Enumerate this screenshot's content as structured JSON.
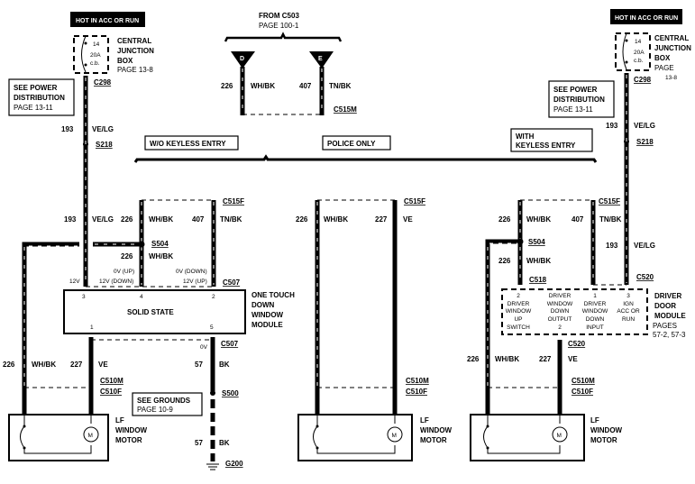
{
  "title": "Power Windows - One Touch Down Window Module / Driver Door Module",
  "left_source": {
    "hot_label": "HOT IN ACC OR RUN",
    "fuse_number": "14",
    "fuse_rating": "20A",
    "fuse_type": "c.b.",
    "junction_box_lines": [
      "CENTRAL",
      "JUNCTION",
      "BOX"
    ],
    "junction_box_page": "PAGE 13-8",
    "connector": "C298",
    "power_note_lines": [
      "SEE POWER",
      "DISTRIBUTION"
    ],
    "power_note_page": "PAGE 13-11",
    "wire_circuit": "193",
    "wire_color": "VE/LG",
    "splice": "S218"
  },
  "right_source": {
    "hot_label": "HOT IN ACC OR RUN",
    "fuse_number": "14",
    "fuse_rating": "20A",
    "fuse_type": "c.b.",
    "junction_box_lines": [
      "CENTRAL",
      "JUNCTION",
      "BOX",
      "PAGE"
    ],
    "junction_box_page": "13-8",
    "connector": "C298",
    "power_note_lines": [
      "SEE POWER",
      "DISTRIBUTION"
    ],
    "power_note_page": "PAGE 13-11",
    "wire_circuit": "193",
    "wire_color": "VE/LG",
    "splice": "S218"
  },
  "from_c503": {
    "title": "FROM C503",
    "page": "PAGE 100-1",
    "pin_d": "D",
    "pin_e": "E",
    "wire_d_circuit": "226",
    "wire_d_color": "WH/BK",
    "wire_e_circuit": "407",
    "wire_e_color": "TN/BK",
    "connector": "C515M"
  },
  "options": {
    "without_keyless": "W/O KEYLESS ENTRY",
    "police_only": "POLICE ONLY",
    "with_keyless_lines": [
      "WITH",
      "KEYLESS ENTRY"
    ]
  },
  "section_wo_keyless": {
    "connector_top": "C515F",
    "wire_193_circuit": "193",
    "wire_193_color": "VE/LG",
    "wire_226_circuit": "226",
    "wire_226_color": "WH/BK",
    "wire_407_circuit": "407",
    "wire_407_color": "TN/BK",
    "splice": "S504",
    "wire_226b_circuit": "226",
    "wire_226b_color": "WH/BK",
    "voltage_pin3": "12V",
    "voltage_pin4_a": "0V (UP)",
    "voltage_pin4_b": "12V (DOWN)",
    "voltage_pin2_a": "0V (DOWN)",
    "voltage_pin2_b": "12V (UP)",
    "connector_module": "C507",
    "module_pins": {
      "p3": "3",
      "p4": "4",
      "p2": "2",
      "p1": "1",
      "p5": "5"
    },
    "module_label": "SOLID STATE",
    "module_name_lines": [
      "ONE TOUCH",
      "DOWN",
      "WINDOW",
      "MODULE"
    ],
    "voltage_pin5": "0V",
    "connector_bottom": "C507",
    "wire_left_circuit": "226",
    "wire_left_color": "WH/BK",
    "wire_right_circuit": "227",
    "wire_right_color": "VE",
    "ground_wire_circuit": "57",
    "ground_wire_color": "BK",
    "ground_splice": "S500",
    "grounds_note_title": "SEE GROUNDS",
    "grounds_note_page": "PAGE 10-9",
    "ground_wire2_circuit": "57",
    "ground_wire2_color": "BK",
    "ground": "G200",
    "motor_connector_m": "C510M",
    "motor_connector_f": "C510F",
    "motor_name_lines": [
      "LF",
      "WINDOW",
      "MOTOR"
    ],
    "motor_symbol": "M"
  },
  "section_police": {
    "connector_top": "C515F",
    "wire_left_circuit": "226",
    "wire_left_color": "WH/BK",
    "wire_right_circuit": "227",
    "wire_right_color": "VE",
    "motor_connector_m": "C510M",
    "motor_connector_f": "C510F",
    "motor_name_lines": [
      "LF",
      "WINDOW",
      "MOTOR"
    ],
    "motor_symbol": "M"
  },
  "section_with_keyless": {
    "connector_top": "C515F",
    "wire_226_circuit": "226",
    "wire_226_color": "WH/BK",
    "wire_407_circuit": "407",
    "wire_407_color": "TN/BK",
    "wire_193_circuit": "193",
    "wire_193_color": "VE/LG",
    "splice": "S504",
    "wire_226b_circuit": "226",
    "wire_226b_color": "WH/BK",
    "connector_c518": "C518",
    "connector_c520_top": "C520",
    "module_pins": [
      {
        "pin": "2",
        "lines": [
          "DRIVER",
          "WINDOW",
          "UP",
          "SWITCH"
        ]
      },
      {
        "pin": "",
        "lines": [
          "DRIVER",
          "WINDOW",
          "DOWN",
          "OUTPUT",
          "2"
        ]
      },
      {
        "pin": "1",
        "lines": [
          "DRIVER",
          "WINDOW",
          "DOWN",
          "INPUT"
        ]
      },
      {
        "pin": "3",
        "lines": [
          "IGN",
          "ACC OR",
          "RUN"
        ]
      }
    ],
    "module_name_lines": [
      "DRIVER",
      "DOOR",
      "MODULE"
    ],
    "module_pages_lines": [
      "PAGES",
      "57-2, 57-3"
    ],
    "connector_c520_bottom": "C520",
    "wire_left_circuit": "226",
    "wire_left_color": "WH/BK",
    "wire_right_circuit": "227",
    "wire_right_color": "VE",
    "motor_connector_m": "C510M",
    "motor_connector_f": "C510F",
    "motor_name_lines": [
      "LF",
      "WINDOW",
      "MOTOR"
    ],
    "motor_symbol": "M"
  }
}
